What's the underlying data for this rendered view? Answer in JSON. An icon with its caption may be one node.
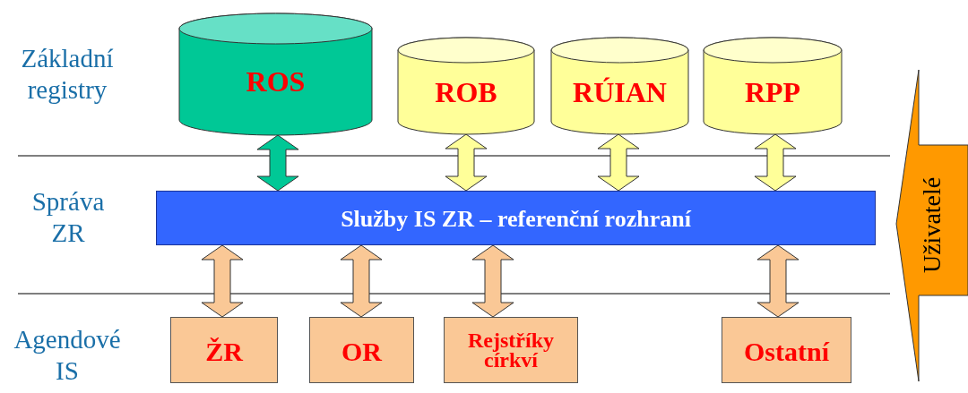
{
  "diagram": {
    "nodes": [
      {
        "text": [
          "ROS"
        ]
      },
      {
        "text": [
          "ROB"
        ]
      },
      {
        "text": [
          "RÚIAN"
        ]
      },
      {
        "text": [
          "RPP"
        ]
      },
      {
        "text": [
          "Služby IS ZR – referenční rozhraní"
        ]
      },
      {
        "text": [
          "ŽR"
        ]
      },
      {
        "text": [
          "OR"
        ]
      },
      {
        "text": [
          "Rejstříky církví"
        ]
      },
      {
        "text": [
          "Ostatní"
        ]
      },
      {
        "text": [
          "Uživatelé"
        ]
      }
    ],
    "edges": [
      {
        "from": 0,
        "to": 4,
        "arrow": "both",
        "color": "#00c896"
      },
      {
        "from": 1,
        "to": 4,
        "arrow": "both",
        "color": "#ffff99"
      },
      {
        "from": 2,
        "to": 4,
        "arrow": "both",
        "color": "#ffff99"
      },
      {
        "from": 3,
        "to": 4,
        "arrow": "both",
        "color": "#ffff99"
      },
      {
        "from": 4,
        "to": 5,
        "arrow": "both"
      },
      {
        "from": 4,
        "to": 6,
        "arrow": "both"
      },
      {
        "from": 4,
        "to": 7,
        "arrow": "both"
      },
      {
        "from": 4,
        "to": 8,
        "arrow": "both"
      }
    ],
    "labels": [
      "Základní registry",
      "Správa ZR",
      "Agendové IS"
    ]
  }
}
